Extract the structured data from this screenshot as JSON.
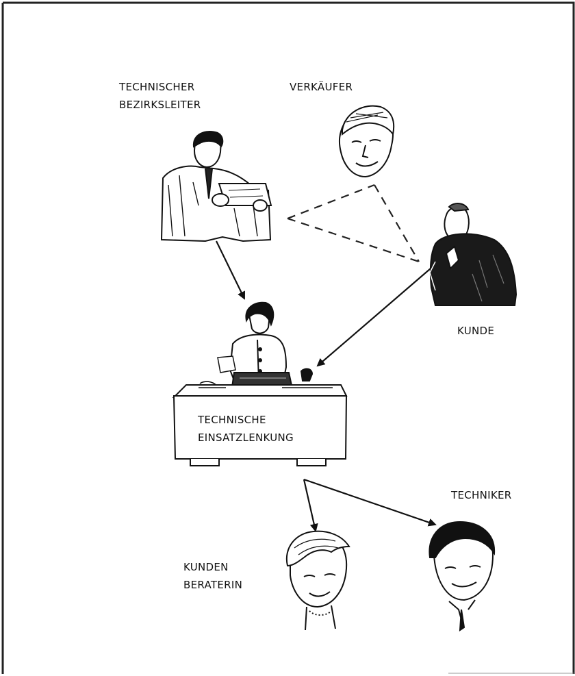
{
  "labels": {
    "district_manager": [
      "TECHNISCHER",
      "BEZIRKSLEITER"
    ],
    "salesman": [
      "VERKÄUFER"
    ],
    "customer": [
      "KUNDE"
    ],
    "dispatch": [
      "TECHNISCHE",
      "EINSATZLENKUNG"
    ],
    "technician": [
      "TECHNIKER"
    ],
    "advisor": [
      "KUNDEN",
      "BERATERIN"
    ]
  }
}
